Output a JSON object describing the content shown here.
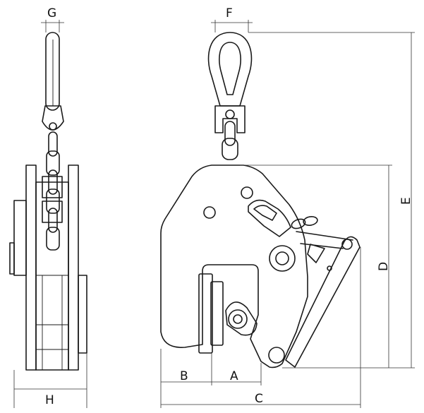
{
  "dimensions": {
    "G": "G",
    "F": "F",
    "E": "E",
    "D": "D",
    "B": "B",
    "A": "A",
    "C": "C",
    "H": "H"
  }
}
